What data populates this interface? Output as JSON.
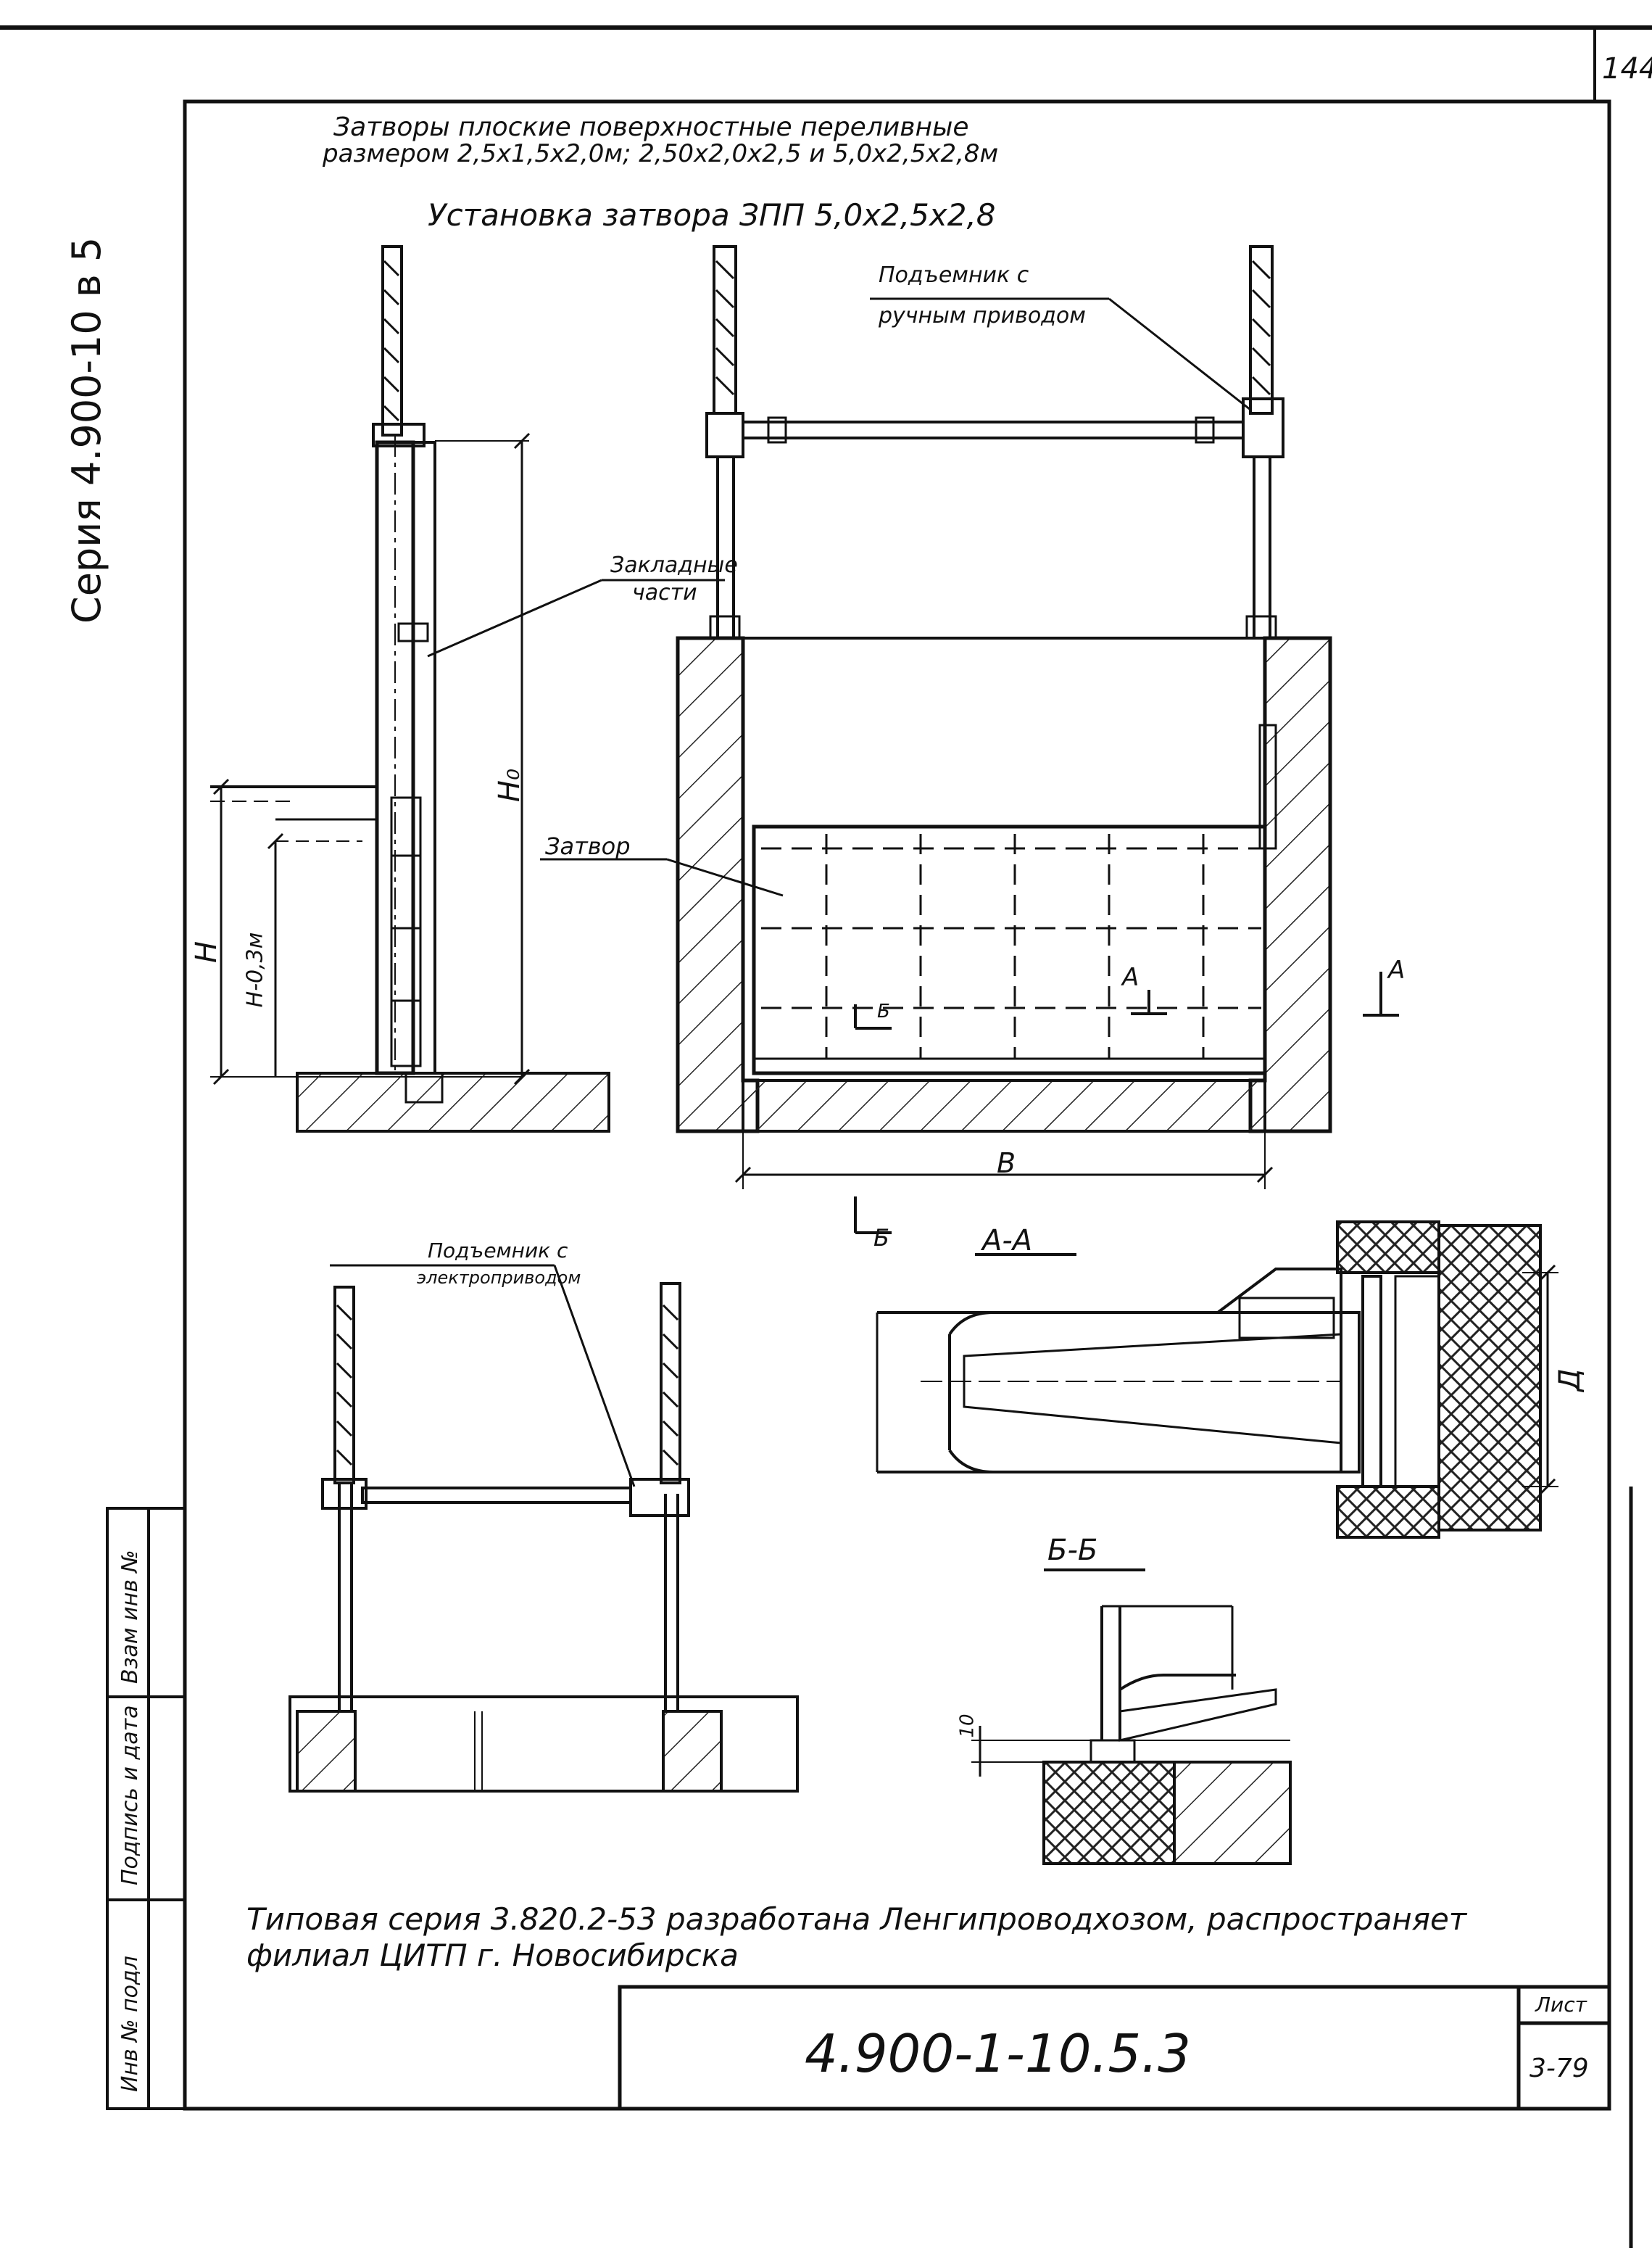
{
  "sheet": {
    "page_number": "144",
    "series_vertical": "Серия 4.900-10 в 5",
    "title_line1": "Затворы плоские поверхностные переливные",
    "title_line2": "размером 2,5х1,5х2,0м; 2,50х2,0х2,5 и 5,0х2,5х2,8м",
    "subtitle": "Установка затвора ЗПП 5,0х2,5х2,8",
    "note_line1": "Типовая серия 3.820.2-53 разработана Ленгипроводхозом, распространяет",
    "note_line2": "филиал ЦИТП г. Новосибирска",
    "doc_code": "4.900-1-10.5.3",
    "sheet_label": "Лист",
    "sheet_number": "3-79"
  },
  "side_stamp": {
    "cell1": "Взам инв №",
    "cell2": "Подпись и дата",
    "cell3": "Инв № подл"
  },
  "labels": {
    "hoist_manual": [
      "Подъемник с",
      "ручным приводом"
    ],
    "embedded_parts": [
      "Закладные",
      "части"
    ],
    "gate": "Затвор",
    "hoist_electric": [
      "Подъемник с",
      "электроприводом"
    ],
    "dim_H0": "H₀",
    "dim_H": "H",
    "dim_H03": "H-0,3м",
    "dim_B": "B",
    "dim_D": "Д",
    "dim_10": "10",
    "section_AA": "А-А",
    "section_BB": "Б-Б",
    "cut_A": "А",
    "cut_B": "Б"
  }
}
